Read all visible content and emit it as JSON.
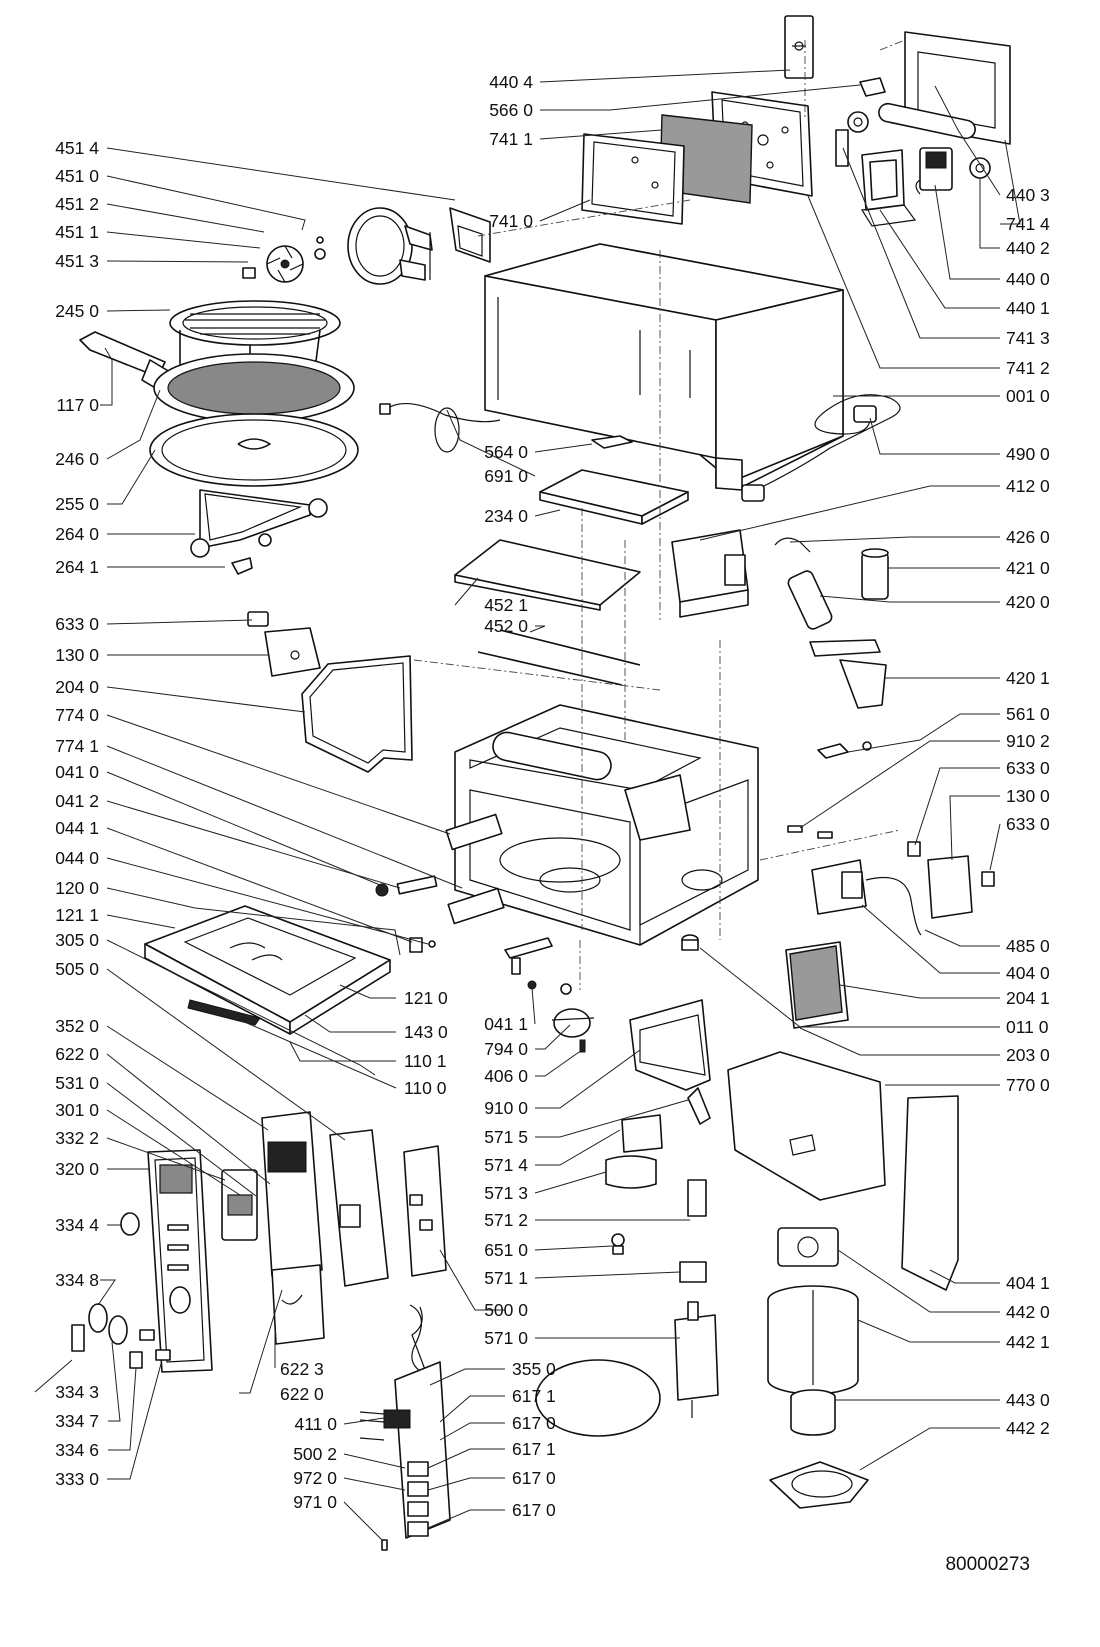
{
  "doc_number": "80000273",
  "labels": {
    "l_4404": "440 4",
    "l_5660": "566 0",
    "l_7411": "741 1",
    "l_7410": "741 0",
    "l_4514": "451 4",
    "l_4510": "451 0",
    "l_4512": "451 2",
    "l_4511": "451 1",
    "l_4513": "451 3",
    "l_2450": "245 0",
    "l_1170": "117 0",
    "l_2460": "246 0",
    "l_2550": "255 0",
    "l_2640": "264 0",
    "l_2641": "264 1",
    "l_6330a": "633 0",
    "l_1300a": "130 0",
    "l_2040": "204 0",
    "l_7740": "774 0",
    "l_7741": "774 1",
    "l_0410": "041 0",
    "l_0412": "041 2",
    "l_0441": "044 1",
    "l_0440": "044 0",
    "l_1200": "120 0",
    "l_1211": "121 1",
    "l_3050": "305 0",
    "l_5050": "505 0",
    "l_3520": "352 0",
    "l_6220a": "622 0",
    "l_5310": "531 0",
    "l_3010": "301 0",
    "l_3322": "332 2",
    "l_3200": "320 0",
    "l_3344": "334 4",
    "l_3348": "334 8",
    "l_3343": "334 3",
    "l_3347": "334 7",
    "l_3346": "334 6",
    "l_3330": "333 0",
    "l_4403": "440 3",
    "l_7414": "741 4",
    "l_4402": "440 2",
    "l_4400": "440 0",
    "l_4401": "440 1",
    "l_7413": "741 3",
    "l_7412": "741 2",
    "l_0010": "001 0",
    "l_5640": "564 0",
    "l_6910": "691 0",
    "l_2340": "234 0",
    "l_4900": "490 0",
    "l_4120": "412 0",
    "l_4260": "426 0",
    "l_4210": "421 0",
    "l_4200": "420 0",
    "l_4521": "452 1",
    "l_4520": "452 0",
    "l_4201": "420 1",
    "l_5610": "561 0",
    "l_9102": "910 2",
    "l_6330b": "633 0",
    "l_1300b": "130 0",
    "l_6330c": "633 0",
    "l_4850": "485 0",
    "l_4040": "404 0",
    "l_2041": "204 1",
    "l_0110": "011 0",
    "l_2030": "203 0",
    "l_7700": "770 0",
    "l_1210": "121 0",
    "l_1430": "143 0",
    "l_1101": "110 1",
    "l_1100": "110 0",
    "l_0411": "041 1",
    "l_7940": "794 0",
    "l_4060": "406 0",
    "l_9100": "910 0",
    "l_5715": "571 5",
    "l_5714": "571 4",
    "l_5713": "571 3",
    "l_5712": "571 2",
    "l_6510": "651 0",
    "l_5711": "571 1",
    "l_5710": "571 0",
    "l_5000": "500 0",
    "l_4041": "404 1",
    "l_4420": "442 0",
    "l_4421": "442 1",
    "l_4430": "443 0",
    "l_4422": "442 2",
    "l_6223": "622 3",
    "l_6220b": "622 0",
    "l_3550": "355 0",
    "l_6171a": "617 1",
    "l_4110": "411 0",
    "l_6170a": "617 0",
    "l_5002": "500 2",
    "l_6171b": "617 1",
    "l_9720": "972 0",
    "l_6170b": "617 0",
    "l_9710": "971 0",
    "l_6170c": "617 0"
  }
}
